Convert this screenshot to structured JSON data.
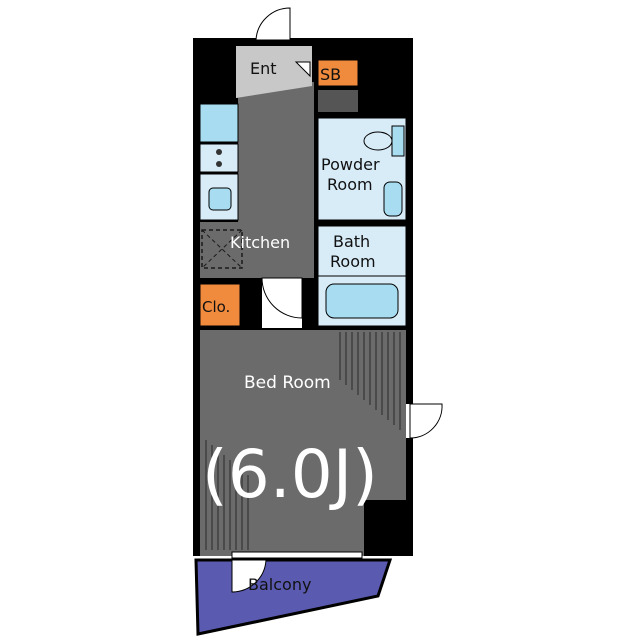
{
  "rooms": {
    "entrance": "Ent",
    "shoe_box": "SB",
    "powder_room_line1": "Powder",
    "powder_room_line2": "Room",
    "bath_room_line1": "Bath",
    "bath_room_line2": "Room",
    "kitchen": "Kitchen",
    "closet": "Clo.",
    "bed_room": "Bed Room",
    "bed_room_size": "(6.0J)",
    "balcony": "Balcony"
  },
  "colors": {
    "wall": "#000000",
    "floor": "#6b6b6b",
    "entrance_floor": "#c8c8c8",
    "wet_area": "#d8ecf8",
    "fixture": "#a8dcf0",
    "storage": "#f08a3c",
    "balcony": "#5a5ab0"
  }
}
